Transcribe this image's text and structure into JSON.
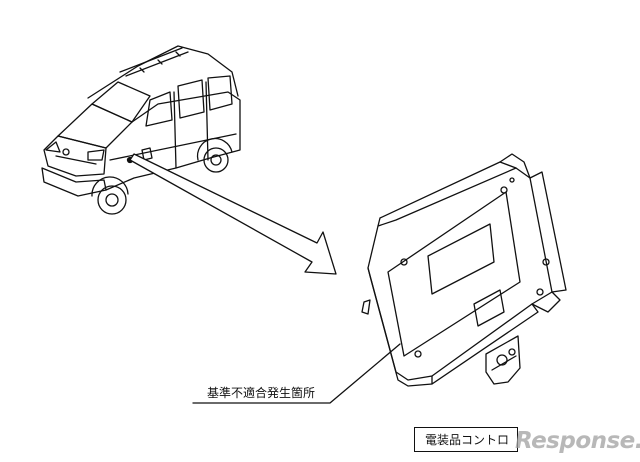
{
  "callout": {
    "label": "基準不適合発生箇所"
  },
  "component": {
    "label": "電装品コントロ"
  },
  "watermark": {
    "text": "Response."
  },
  "colors": {
    "line": "#111111",
    "watermark": "#a0a0a0"
  }
}
